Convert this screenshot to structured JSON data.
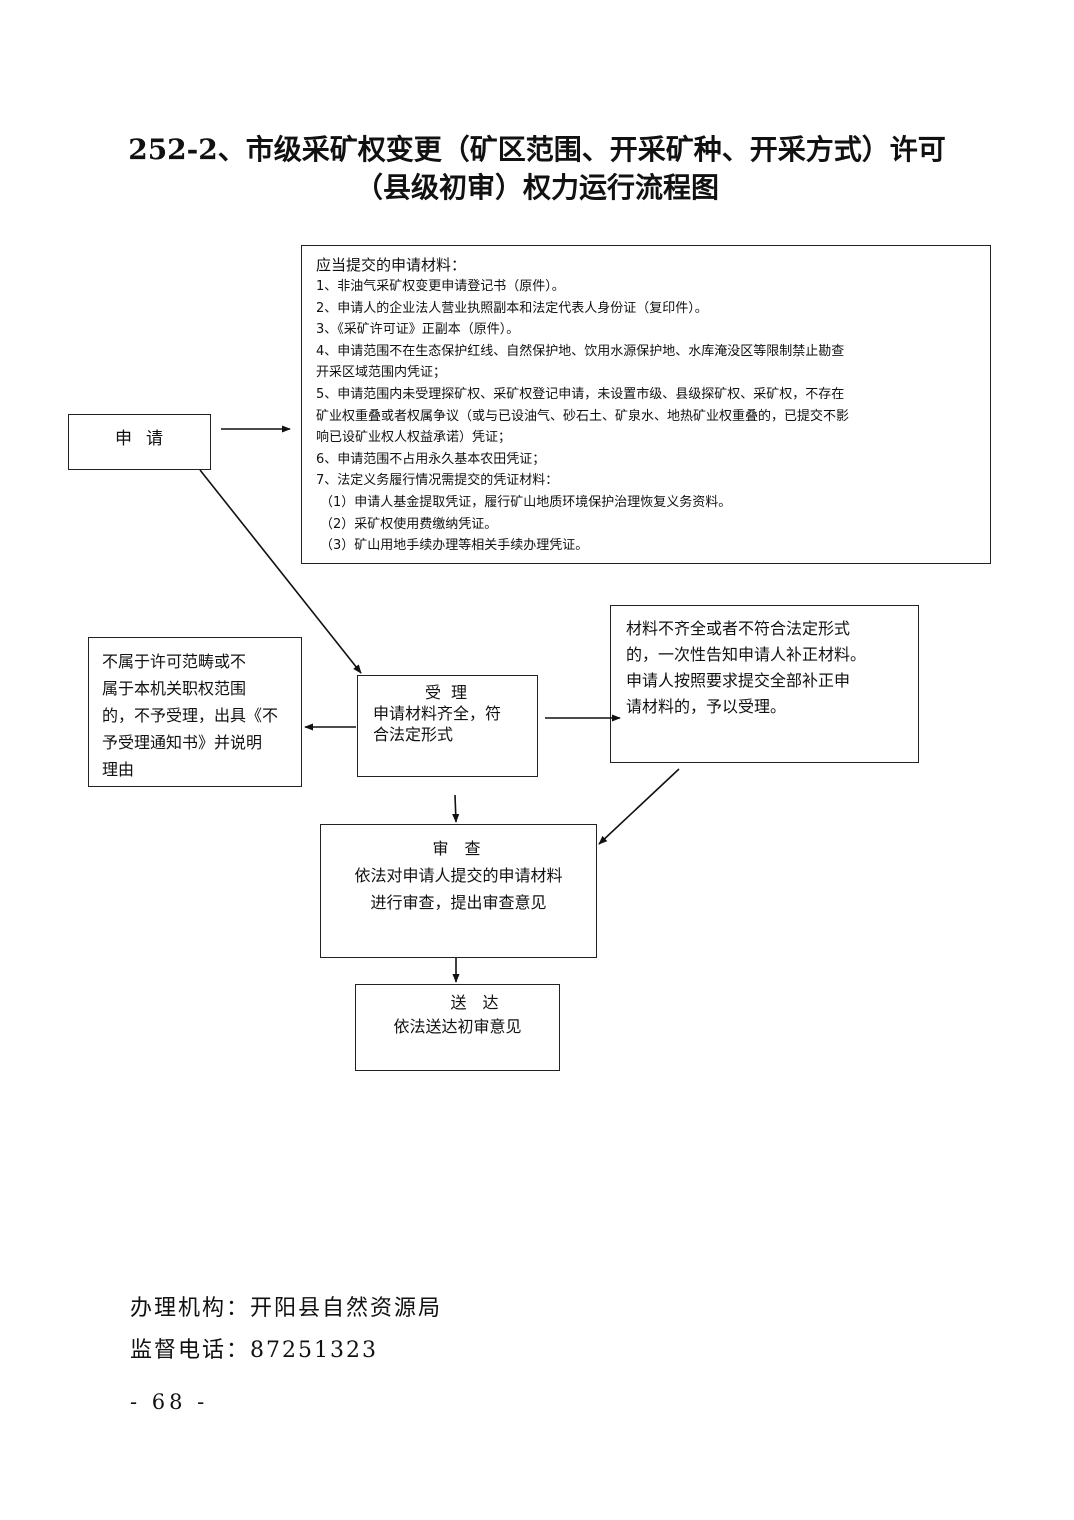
{
  "title": {
    "line1": "252-2、市级采矿权变更（矿区范围、开采矿种、开采方式）许可",
    "line2": "（县级初审）权力运行流程图"
  },
  "materials": {
    "heading": "应当提交的申请材料：",
    "items": [
      "1、非油气采矿权变更申请登记书（原件）。",
      "2、申请人的企业法人营业执照副本和法定代表人身份证（复印件）。",
      "3、《采矿许可证》正副本（原件）。",
      "4、申请范围不在生态保护红线、自然保护地、饮用水源保护地、水库淹没区等限制禁止勘查",
      "开采区域范围内凭证；",
      "5、申请范围内未受理探矿权、采矿权登记申请，未设置市级、县级探矿权、采矿权，不存在",
      "矿业权重叠或者权属争议（或与已设油气、砂石土、矿泉水、地热矿业权重叠的，已提交不影",
      "响已设矿业权人权益承诺）凭证；",
      "6、申请范围不占用永久基本农田凭证；",
      "7、法定义务履行情况需提交的凭证材料：",
      "（1）申请人基金提取凭证，履行矿山地质环境保护治理恢复义务资料。",
      "（2）采矿权使用费缴纳凭证。",
      "（3）矿山用地手续办理等相关手续办理凭证。"
    ]
  },
  "apply": {
    "label": "申请"
  },
  "reject": {
    "lines": [
      "不属于许可范畴或不",
      "属于本机关职权范围",
      "的，不予受理，出具《不",
      "予受理通知书》并说明",
      "理由"
    ]
  },
  "accept": {
    "label": "受理",
    "lines": [
      "申请材料齐全，符",
      "合法定形式"
    ]
  },
  "correction": {
    "lines": [
      "材料不齐全或者不符合法定形式",
      "的，一次性告知申请人补正材料。",
      "申请人按照要求提交全部补正申",
      "请材料的，予以受理。"
    ]
  },
  "review": {
    "label": "审查",
    "lines": [
      "依法对申请人提交的申请材料",
      "进行审查，提出审查意见"
    ]
  },
  "deliver": {
    "label": "送达",
    "lines": [
      "依法送达初审意见"
    ]
  },
  "footer": {
    "agency": "办理机构：开阳县自然资源局",
    "phone": "监督电话：87251323"
  },
  "page_number": "- 68 -"
}
